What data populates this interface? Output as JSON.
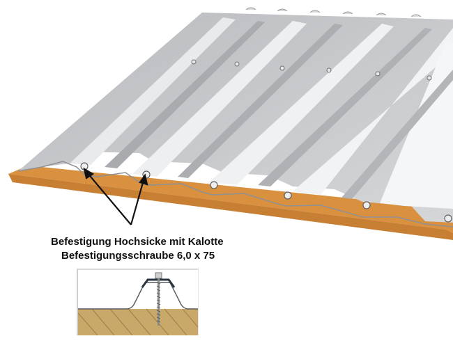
{
  "figure": {
    "subject": "Trapezoidal metal roof sheet fastened to timber substrate",
    "colors": {
      "sheet_light": "#e6e7e9",
      "sheet_mid": "#c4c6c8",
      "sheet_dark": "#a8aaad",
      "board_top": "#d9903f",
      "board_edge": "#c77f33",
      "detail_wood": "#c9a96a",
      "detail_hatch": "#9c7f45",
      "detail_profile": "#2b3440"
    }
  },
  "annotation": {
    "line1": "Befestigung Hochsicke mit Kalotte",
    "line2": "Befestigungsschraube 6,0 x 75"
  },
  "detail_view": {
    "name": "cross-section detail",
    "elements": [
      "wood substrate",
      "trapezoid rib",
      "calotte washer",
      "fastening screw"
    ]
  }
}
